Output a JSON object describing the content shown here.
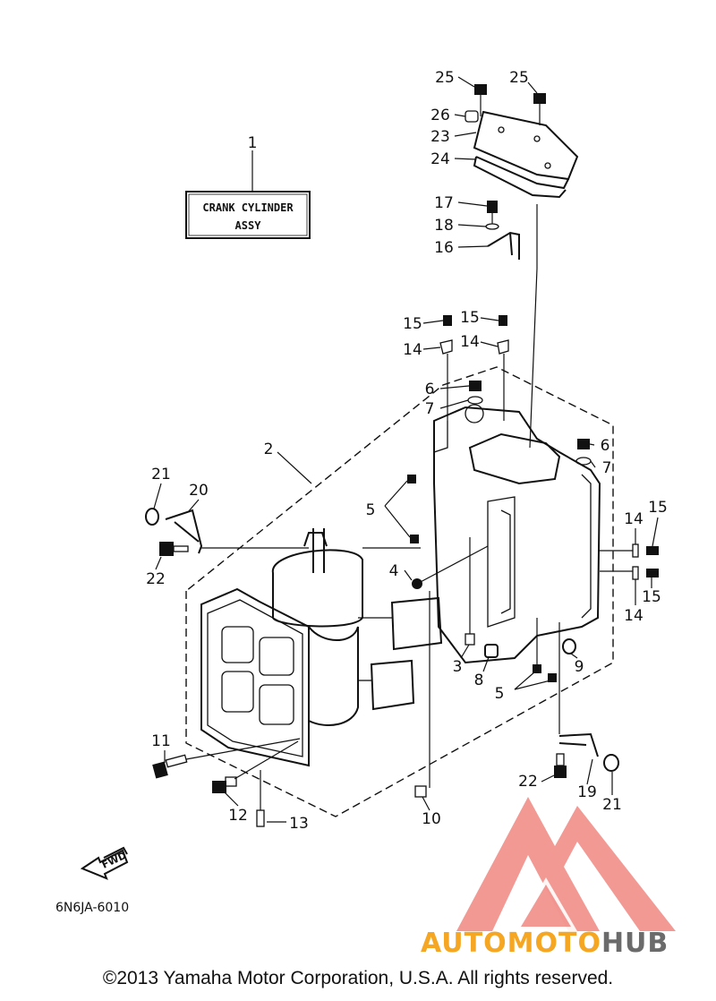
{
  "label_box": {
    "line1": "CRANK CYLINDER",
    "line2": "ASSY"
  },
  "callouts": {
    "c1": "1",
    "c2": "2",
    "c3": "3",
    "c4": "4",
    "c5a": "5",
    "c5b": "5",
    "c6a": "6",
    "c6b": "6",
    "c7a": "7",
    "c7b": "7",
    "c8": "8",
    "c9": "9",
    "c10": "10",
    "c11": "11",
    "c12": "12",
    "c13": "13",
    "c14a": "14",
    "c14b": "14",
    "c14c": "14",
    "c14d": "14",
    "c15a": "15",
    "c15b": "15",
    "c15c": "15",
    "c15d": "15",
    "c16": "16",
    "c17": "17",
    "c18": "18",
    "c19": "19",
    "c20": "20",
    "c21a": "21",
    "c21b": "21",
    "c22a": "22",
    "c22b": "22",
    "c23": "23",
    "c24": "24",
    "c25a": "25",
    "c25b": "25",
    "c26": "26"
  },
  "fwd_label": "FWD",
  "diagram_code": "6N6JA-6010",
  "copyright": "©2013 Yamaha Motor Corporation, U.S.A. All rights reserved.",
  "watermark": {
    "part1": "AUTOMOTO",
    "part2": "HUB",
    "color1": "#f5a623",
    "color2": "#6b6b6b",
    "logo_color": "#e8453c"
  }
}
